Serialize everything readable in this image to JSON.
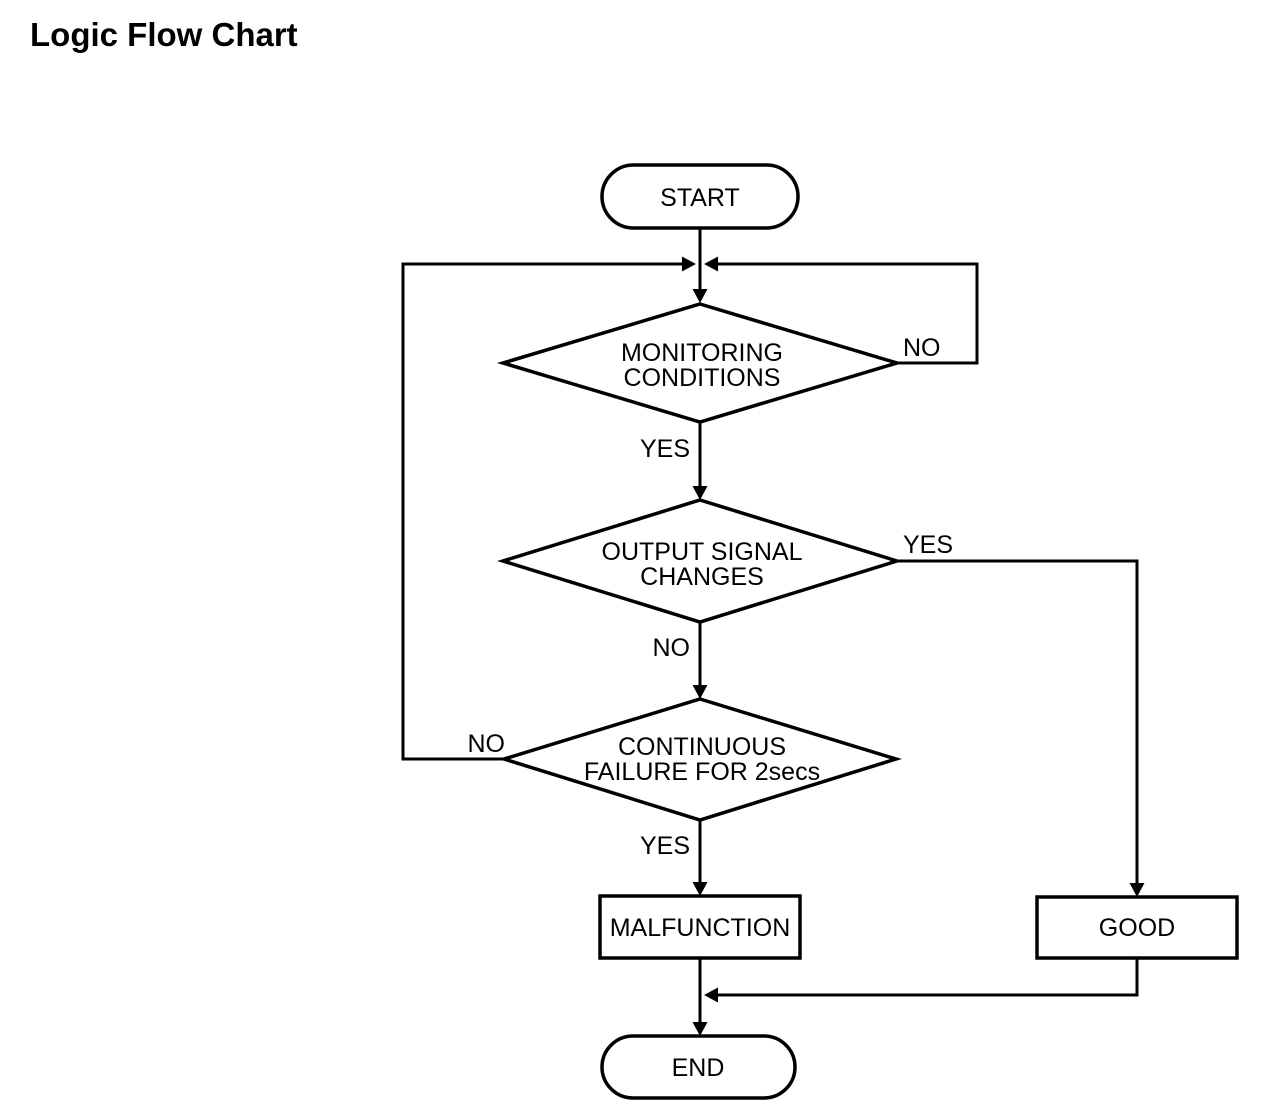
{
  "page_title": "Logic Flow Chart",
  "flowchart": {
    "nodes": {
      "start": {
        "label": "START",
        "type": "terminator"
      },
      "monitoring": {
        "line1": "MONITORING",
        "line2": "CONDITIONS",
        "type": "decision"
      },
      "output_signal": {
        "line1": "OUTPUT SIGNAL",
        "line2": "CHANGES",
        "type": "decision"
      },
      "continuous_failure": {
        "line1": "CONTINUOUS",
        "line2": "FAILURE FOR 2secs",
        "type": "decision"
      },
      "malfunction": {
        "label": "MALFUNCTION",
        "type": "process"
      },
      "good": {
        "label": "GOOD",
        "type": "process"
      },
      "end": {
        "label": "END",
        "type": "terminator"
      }
    },
    "edge_labels": {
      "monitoring_no": "NO",
      "monitoring_yes": "YES",
      "output_yes": "YES",
      "output_no": "NO",
      "continuous_no": "NO",
      "continuous_yes": "YES"
    },
    "colors": {
      "line": "#000000",
      "text": "#000000",
      "background": "#ffffff"
    }
  }
}
